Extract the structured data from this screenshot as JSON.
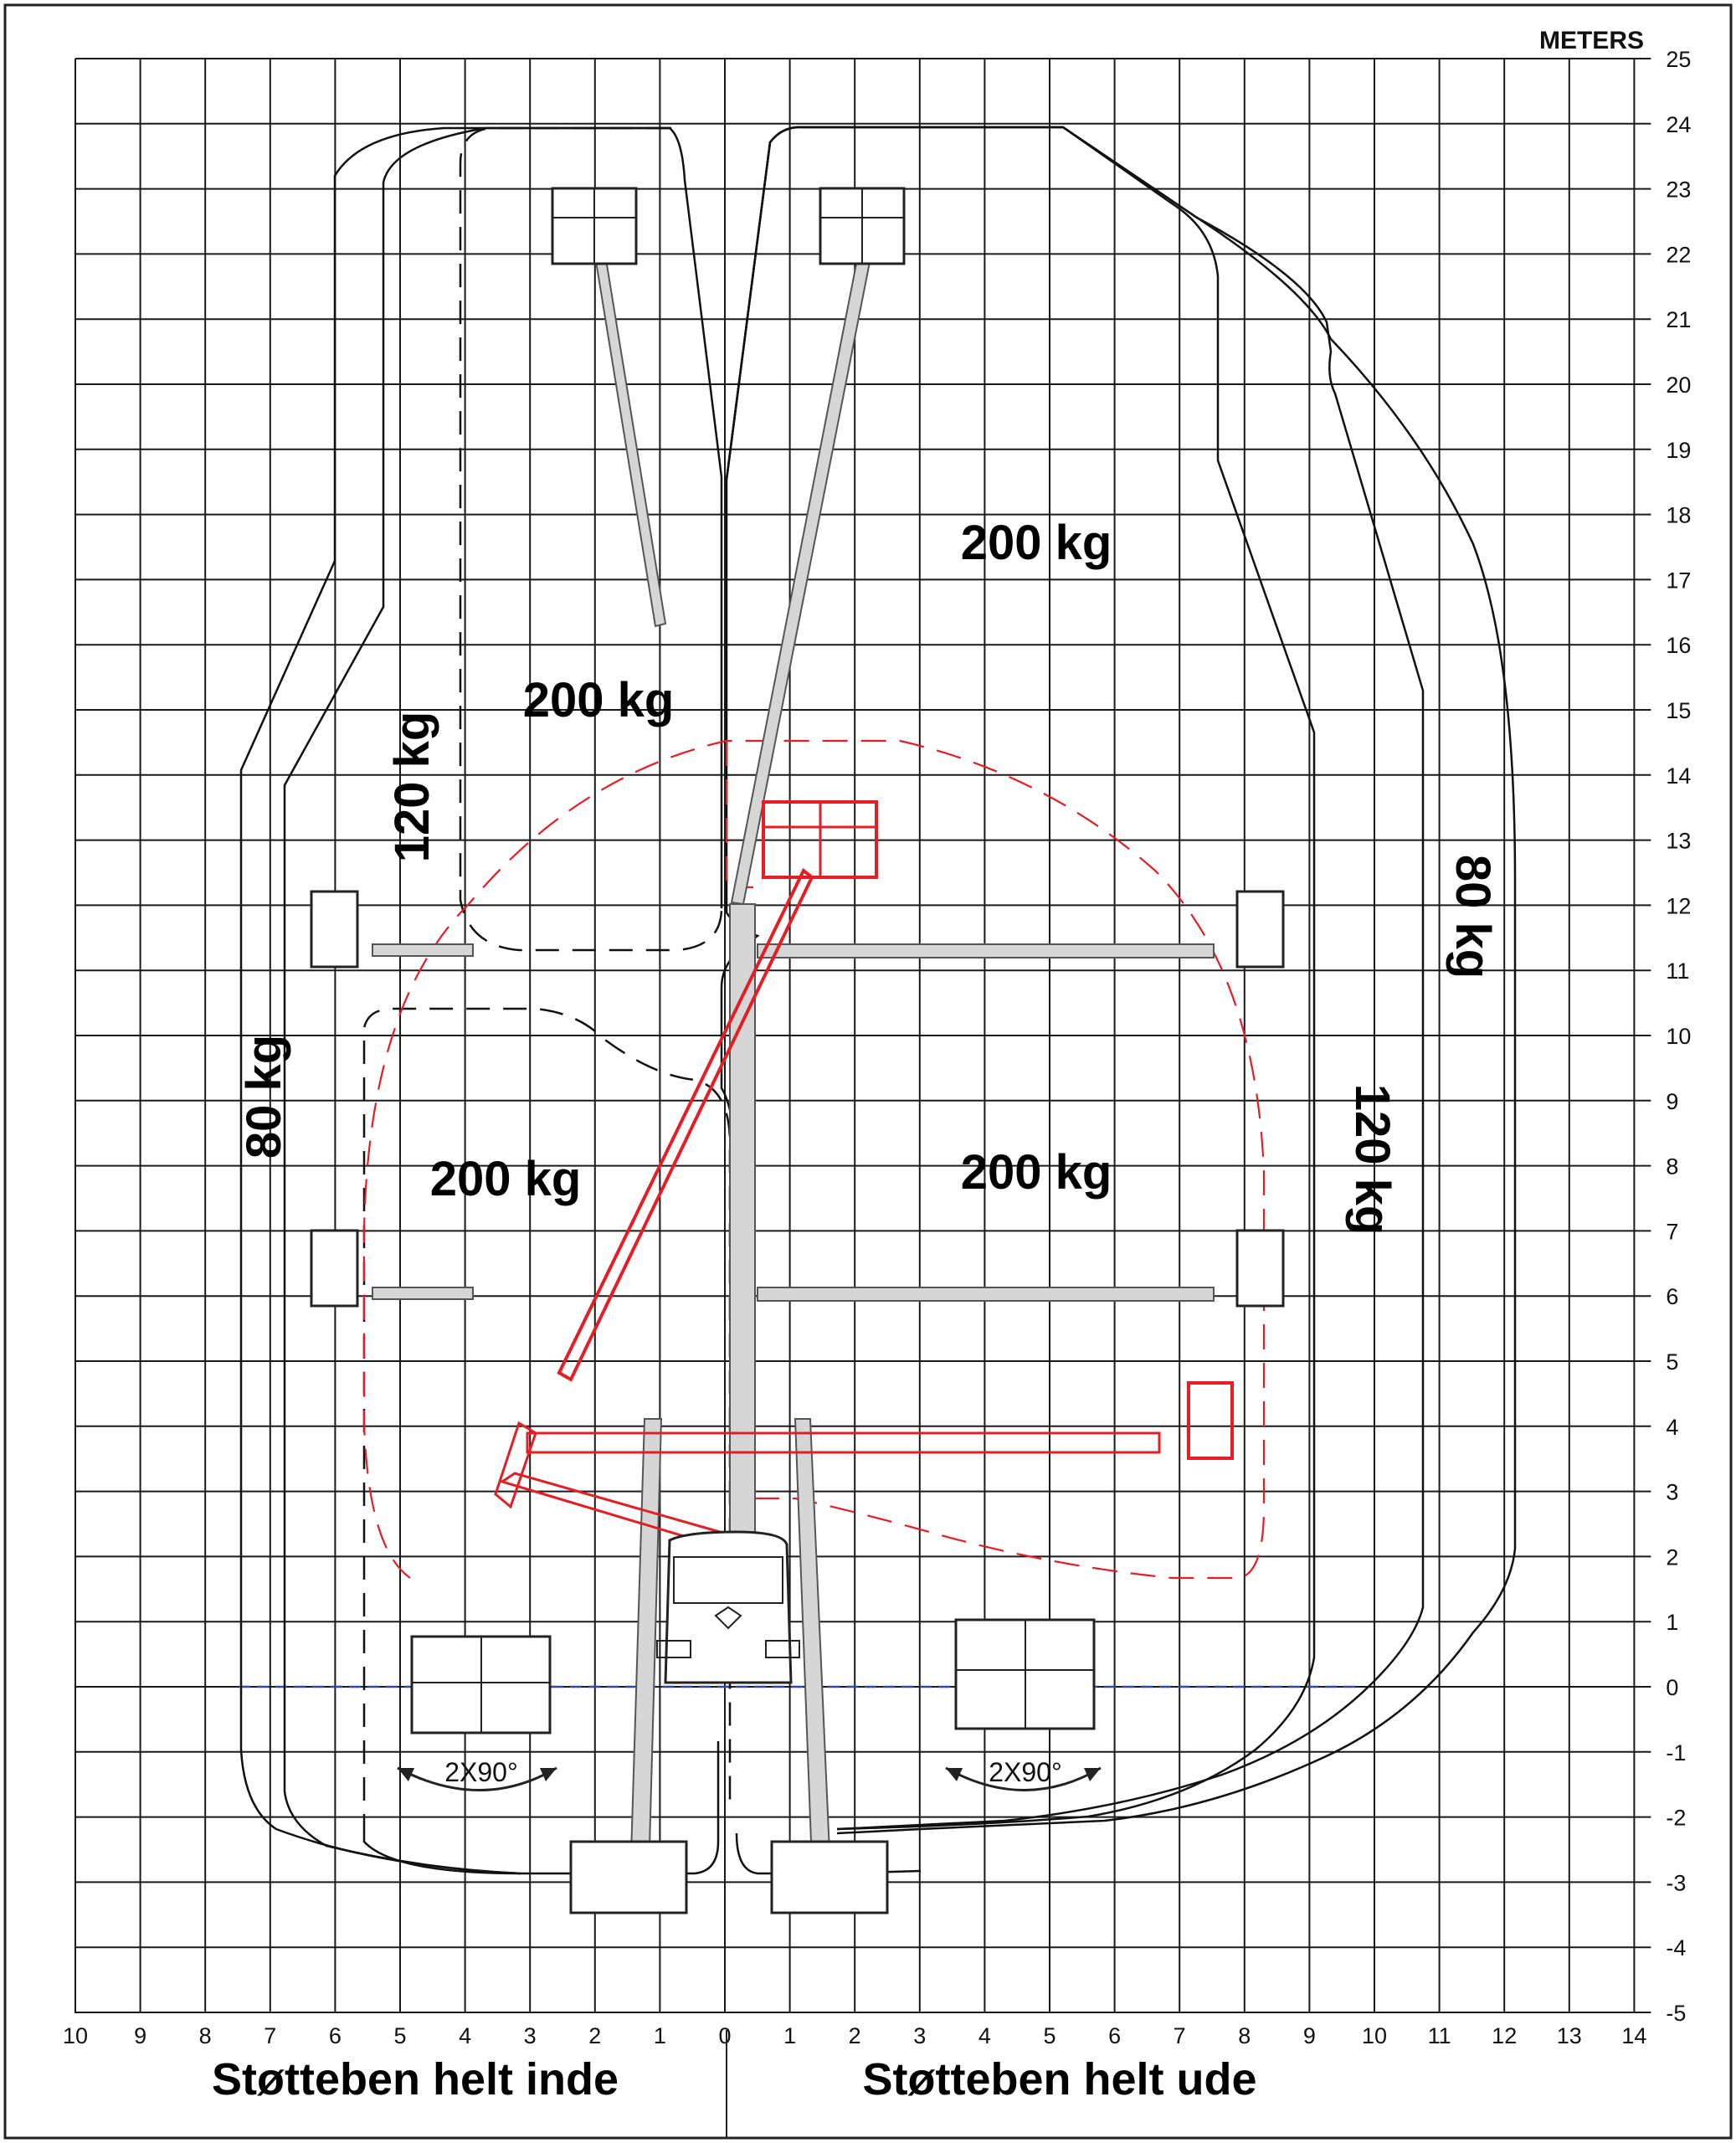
{
  "diagram": {
    "unit_label": "METERS",
    "x_ticks": [
      "10",
      "9",
      "8",
      "7",
      "6",
      "5",
      "4",
      "3",
      "2",
      "1",
      "0",
      "1",
      "2",
      "3",
      "4",
      "5",
      "6",
      "7",
      "8",
      "9",
      "10",
      "11",
      "12",
      "13",
      "14"
    ],
    "y_ticks": [
      "25",
      "24",
      "23",
      "22",
      "21",
      "20",
      "19",
      "18",
      "17",
      "16",
      "15",
      "14",
      "13",
      "12",
      "11",
      "10",
      "9",
      "8",
      "7",
      "6",
      "5",
      "4",
      "3",
      "2",
      "1",
      "0",
      "-1",
      "-2",
      "-3",
      "-4",
      "-5"
    ],
    "loads": {
      "left_upper_200": "200 kg",
      "left_lower_200": "200 kg",
      "right_upper_200": "200 kg",
      "right_lower_200": "200 kg",
      "left_120": "120 kg",
      "left_80": "80 kg",
      "right_120": "120 kg",
      "right_80": "80 kg"
    },
    "rotation_left": "2X90°",
    "rotation_right": "2X90°",
    "footer_left": "Støtteben helt inde",
    "footer_right": "Støtteben helt ude",
    "colors": {
      "grid": "#1a1a1a",
      "highlight": "#e31e24",
      "boom": "#d6d6d6",
      "baseline": "#2b4aa0"
    }
  }
}
